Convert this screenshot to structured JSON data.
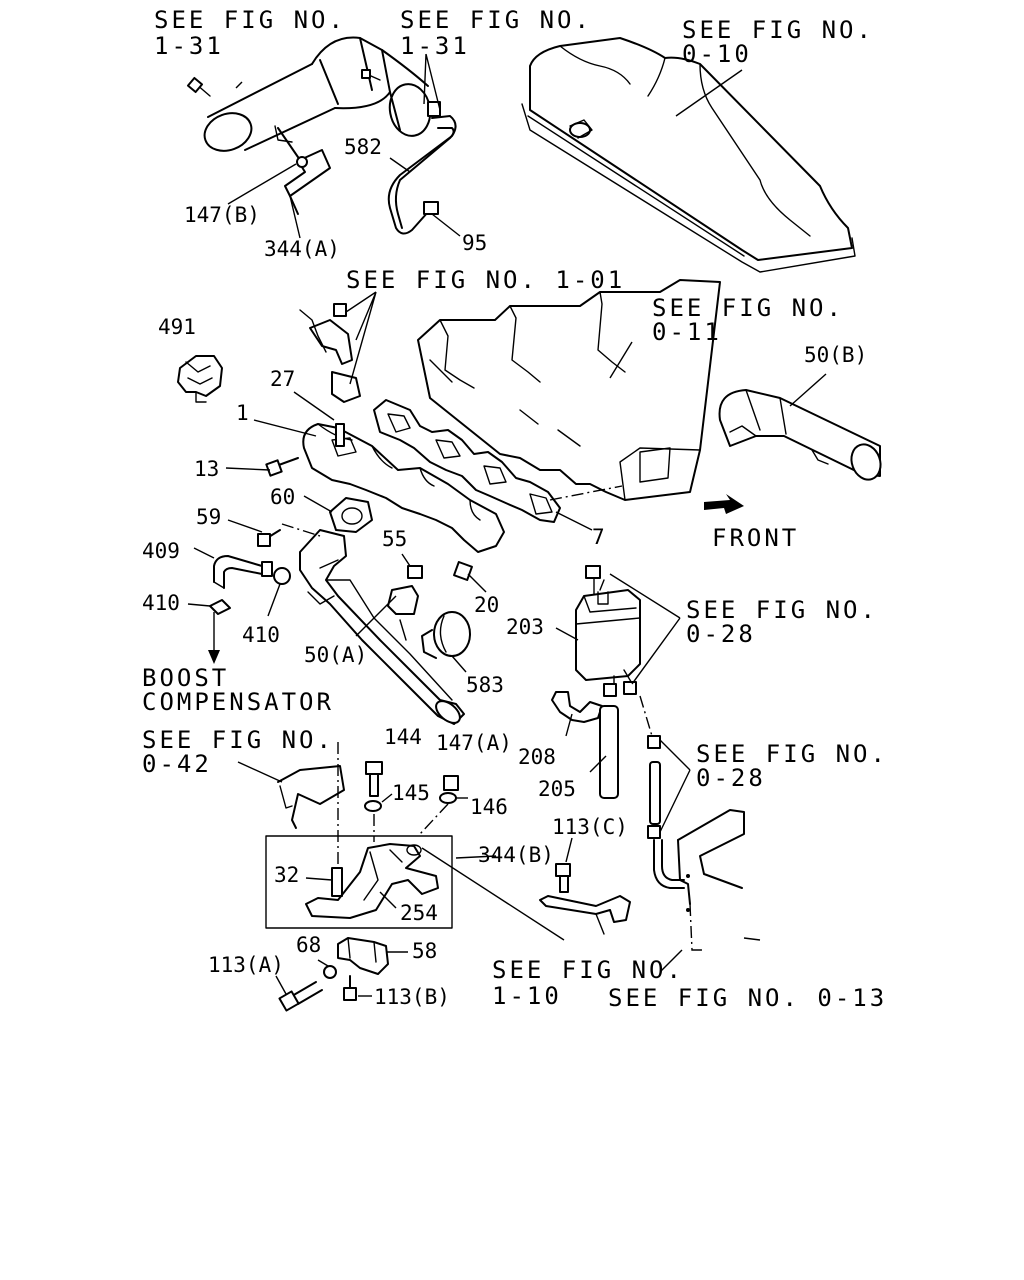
{
  "references": {
    "fig_1_31_a": [
      "SEE FIG NO.",
      "1-31"
    ],
    "fig_1_31_b": [
      "SEE FIG NO.",
      "1-31"
    ],
    "fig_0_10": [
      "SEE FIG NO.",
      "0-10"
    ],
    "fig_1_01": "SEE FIG NO. 1-01",
    "fig_0_11": [
      "SEE FIG NO.",
      "0-11"
    ],
    "fig_0_28_a": [
      "SEE FIG NO.",
      "0-28"
    ],
    "fig_0_28_b": [
      "SEE FIG NO.",
      "0-28"
    ],
    "fig_0_42": [
      "SEE FIG NO.",
      "0-42"
    ],
    "fig_1_10": [
      "SEE FIG NO.",
      "1-10"
    ],
    "fig_0_13": "SEE FIG NO. 0-13"
  },
  "notes": {
    "front": "FRONT",
    "boost_compensator": [
      "BOOST",
      "COMPENSATOR"
    ]
  },
  "parts": {
    "p147b": "147(B)",
    "p344a": "344(A)",
    "p582": "582",
    "p95": "95",
    "p491": "491",
    "p27": "27",
    "p1": "1",
    "p13": "13",
    "p60": "60",
    "p59": "59",
    "p409": "409",
    "p410a": "410",
    "p410b": "410",
    "p55": "55",
    "p20": "20",
    "p7": "7",
    "p50a": "50(A)",
    "p50b": "50(B)",
    "p583": "583",
    "p203": "203",
    "p208": "208",
    "p205": "205",
    "p144": "144",
    "p147a": "147(A)",
    "p145": "145",
    "p146": "146",
    "p344b": "344(B)",
    "p113c": "113(C)",
    "p32": "32",
    "p254": "254",
    "p68": "68",
    "p58": "58",
    "p113a": "113(A)",
    "p113b": "113(B)"
  }
}
